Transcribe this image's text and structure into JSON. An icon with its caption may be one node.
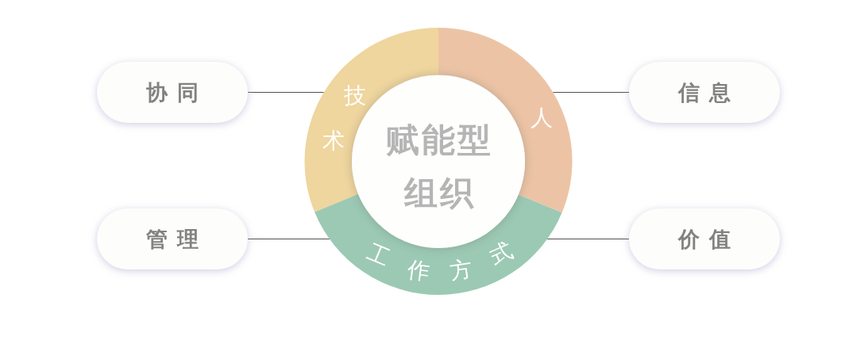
{
  "diagram": {
    "nodes": [
      {
        "text": [
          "协同"
        ]
      },
      {
        "text": [
          "技术"
        ]
      },
      {
        "text": [
          "人"
        ]
      },
      {
        "text": [
          "信息"
        ]
      },
      {
        "text": [
          "赋能型组织"
        ]
      },
      {
        "text": [
          "管理"
        ]
      },
      {
        "text": [
          "工作方式"
        ]
      },
      {
        "text": [
          "价值"
        ]
      }
    ],
    "edges": [
      {
        "from": 0,
        "to": 1,
        "arrow": "none"
      },
      {
        "from": 2,
        "to": 3,
        "arrow": "none"
      },
      {
        "from": 5,
        "to": 6,
        "arrow": "none"
      },
      {
        "from": 6,
        "to": 7,
        "arrow": "none"
      }
    ]
  }
}
